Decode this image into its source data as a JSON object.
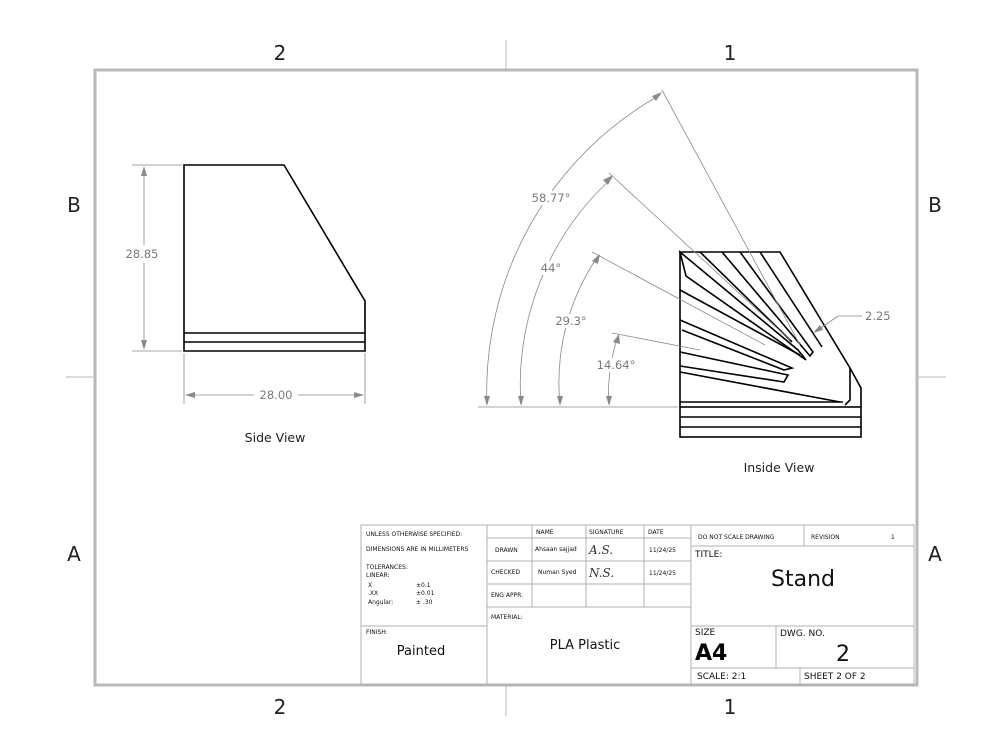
{
  "border": {
    "top_zones": [
      "2",
      "1"
    ],
    "bottom_zones": [
      "2",
      "1"
    ],
    "left_zones": [
      "B",
      "A"
    ],
    "right_zones": [
      "B",
      "A"
    ]
  },
  "side_view": {
    "label": "Side View",
    "height_dim": "28.85",
    "width_dim": "28.00"
  },
  "inside_view": {
    "label": "Inside View",
    "angles": [
      "58.77°",
      "44°",
      "29.3°",
      "14.64°"
    ],
    "thickness_dim": "2.25"
  },
  "title_block": {
    "notes_header": "UNLESS OTHERWISE SPECIFIED:",
    "dims_note": "DIMENSIONS ARE IN MILLIMETERS",
    "tolerances_label": "TOLERANCES:",
    "linear_label": "LINEAR:",
    "tol_x": "X",
    "tol_x_val": "±0.1",
    "tol_xx": ".XX",
    "tol_xx_val": "±0.01",
    "tol_ang": "Angular:",
    "tol_ang_val": "± .30",
    "col_name": "NAME",
    "col_signature": "SIGNATURE",
    "col_date": "DATE",
    "row_drawn": "DRAWN",
    "row_checked": "CHECKED",
    "row_eng": "ENG APPR.",
    "drawn_name": "Ahsaan sajjad",
    "drawn_sig": "A.S.",
    "drawn_date": "11/24/25",
    "checked_name": "Numan Syed",
    "checked_sig": "N.S.",
    "checked_date": "11/24/25",
    "material_label": "MATERIAL:",
    "material": "PLA Plastic",
    "finish_label": "FINISH:",
    "finish": "Painted",
    "no_scale": "DO NOT SCALE DRAWING",
    "revision_label": "REVISION",
    "revision": "1",
    "title_label": "TITLE:",
    "title": "Stand",
    "size_label": "SIZE",
    "size": "A4",
    "dwg_no_label": "DWG. NO.",
    "dwg_no": "2",
    "scale": "SCALE: 2:1",
    "sheet": "SHEET 2 OF 2"
  }
}
